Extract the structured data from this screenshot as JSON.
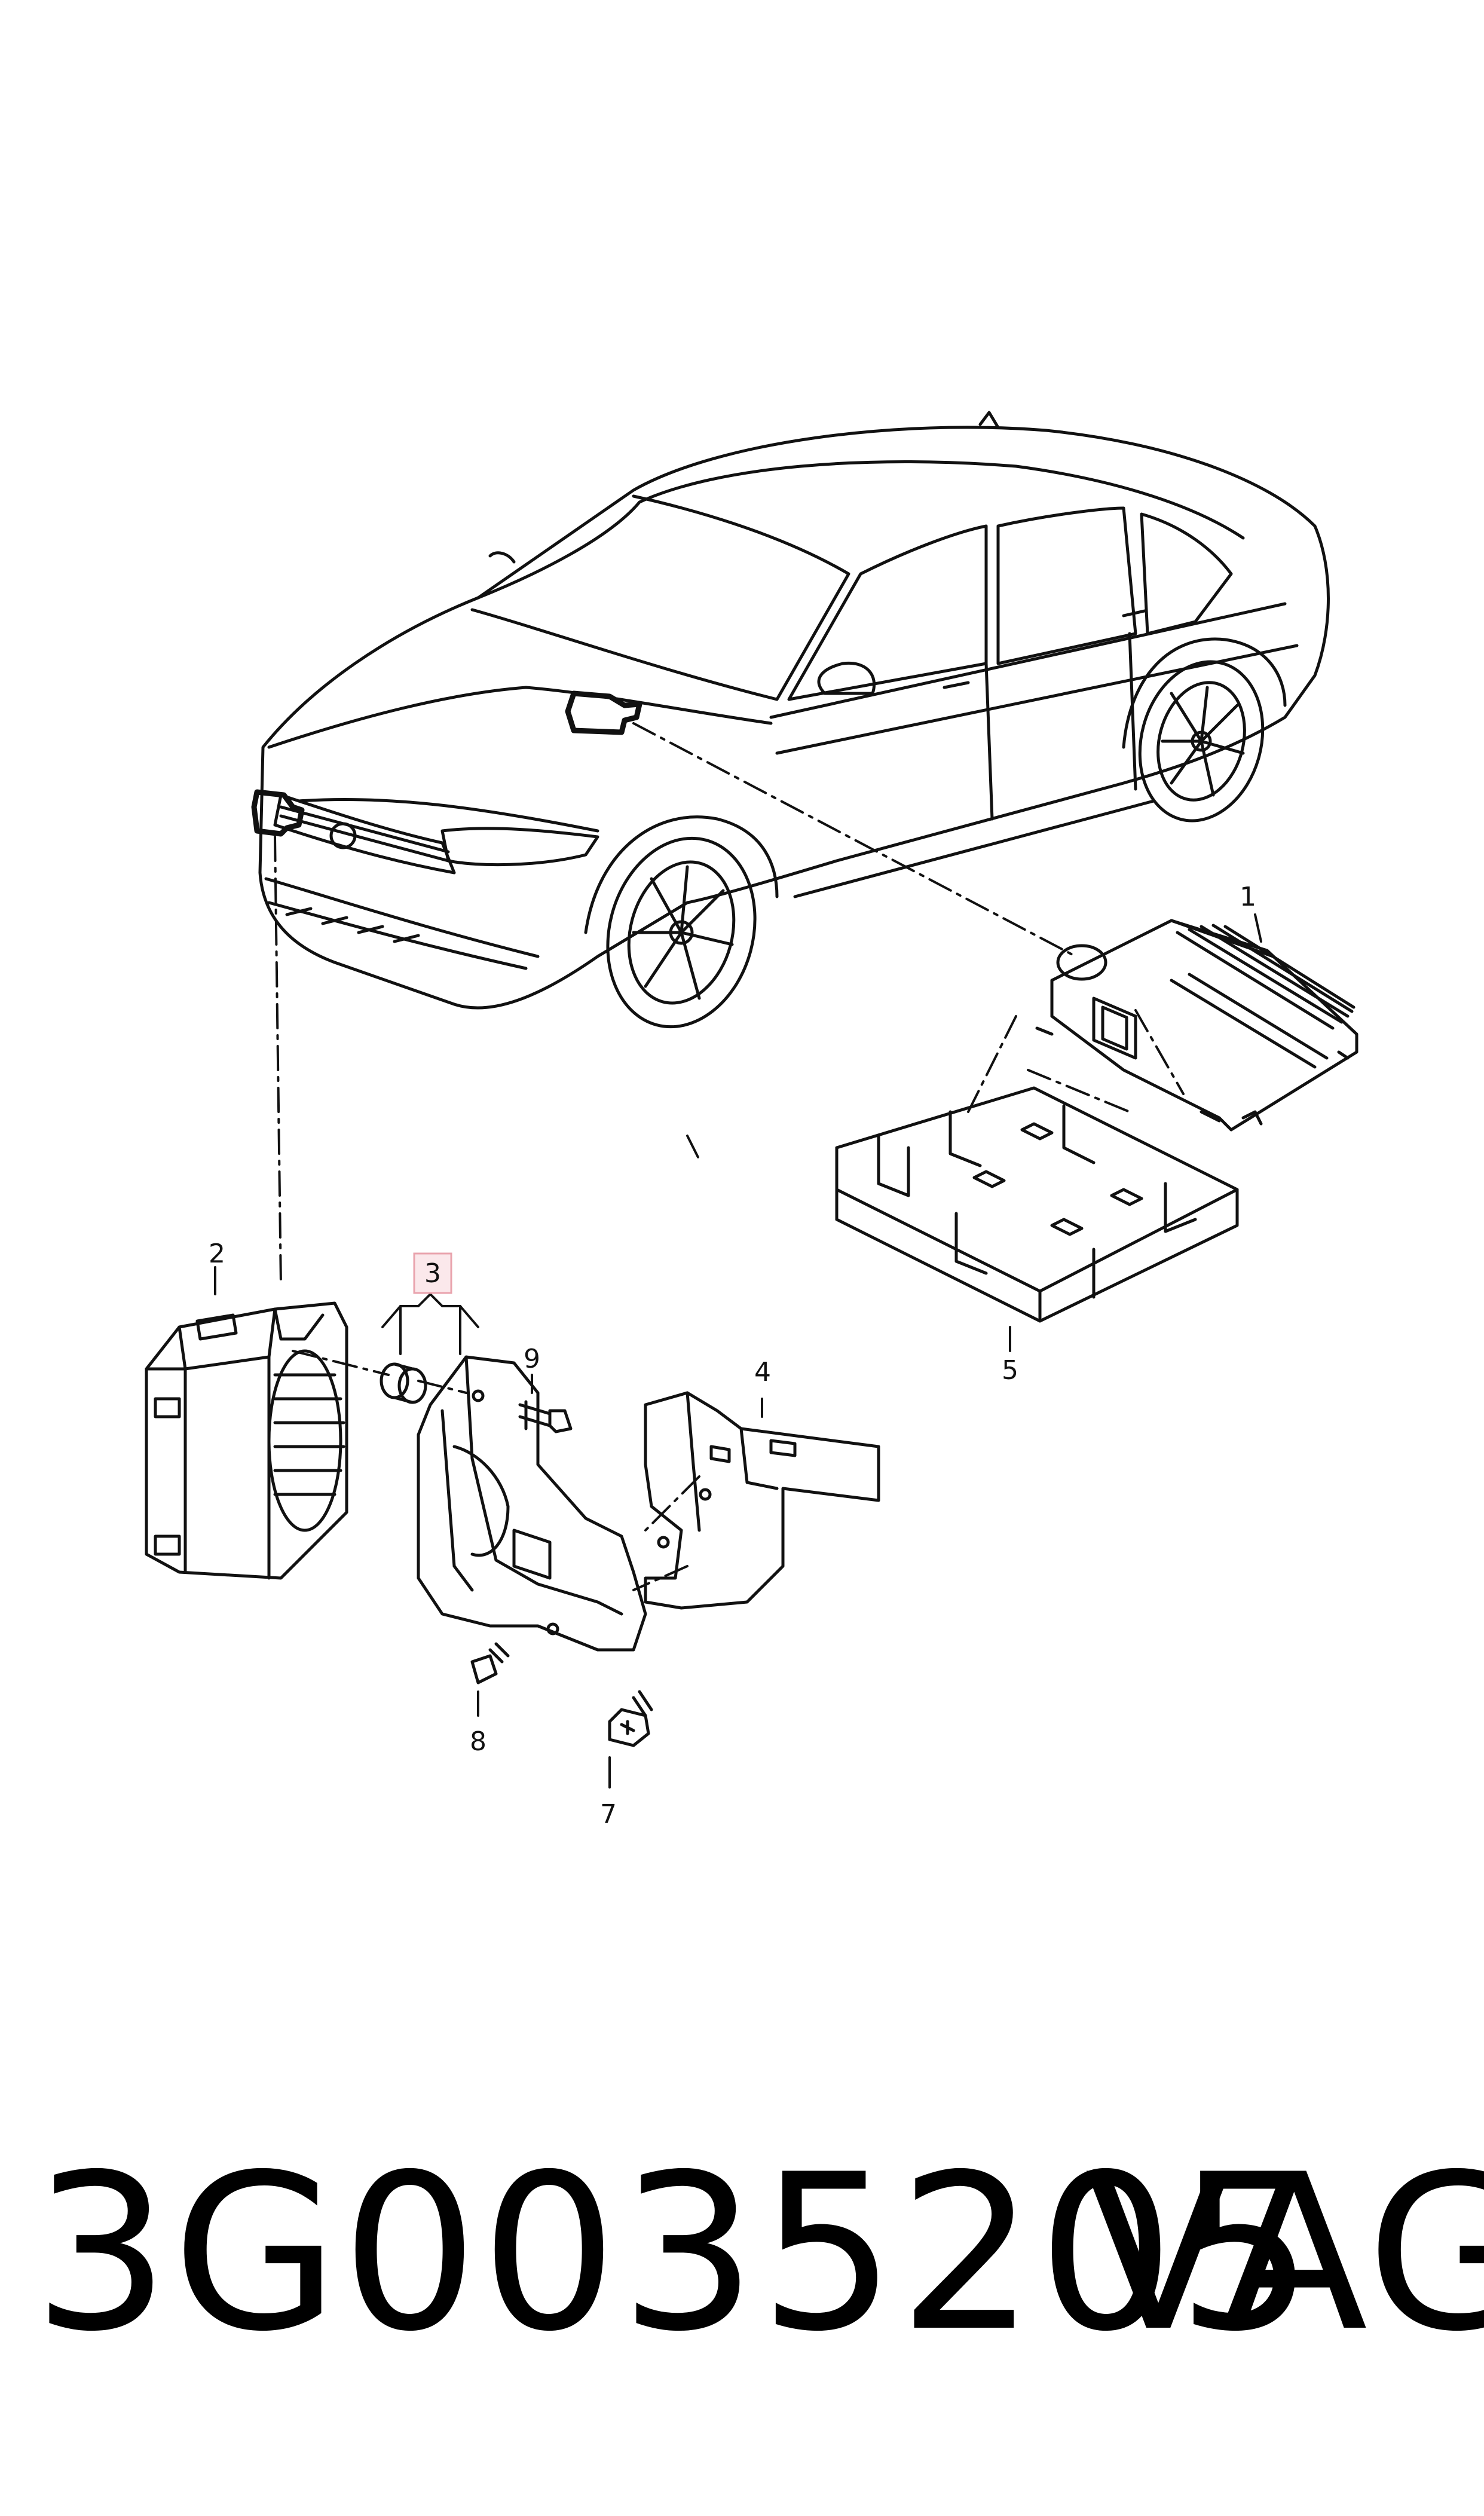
{
  "diagram": {
    "callouts": [
      {
        "id": "1",
        "label": "1"
      },
      {
        "id": "2",
        "label": "2"
      },
      {
        "id": "3",
        "label": "3",
        "highlighted": true
      },
      {
        "id": "4",
        "label": "4"
      },
      {
        "id": "5",
        "label": "5"
      },
      {
        "id": "7",
        "label": "7"
      },
      {
        "id": "8",
        "label": "8"
      },
      {
        "id": "9",
        "label": "9"
      }
    ],
    "highlight_color": "#e9a3ad",
    "highlight_fill": "#fbe8eb",
    "line_color": "#111111"
  },
  "footer": {
    "part_number": "3G0035205",
    "brand": "VAG"
  }
}
